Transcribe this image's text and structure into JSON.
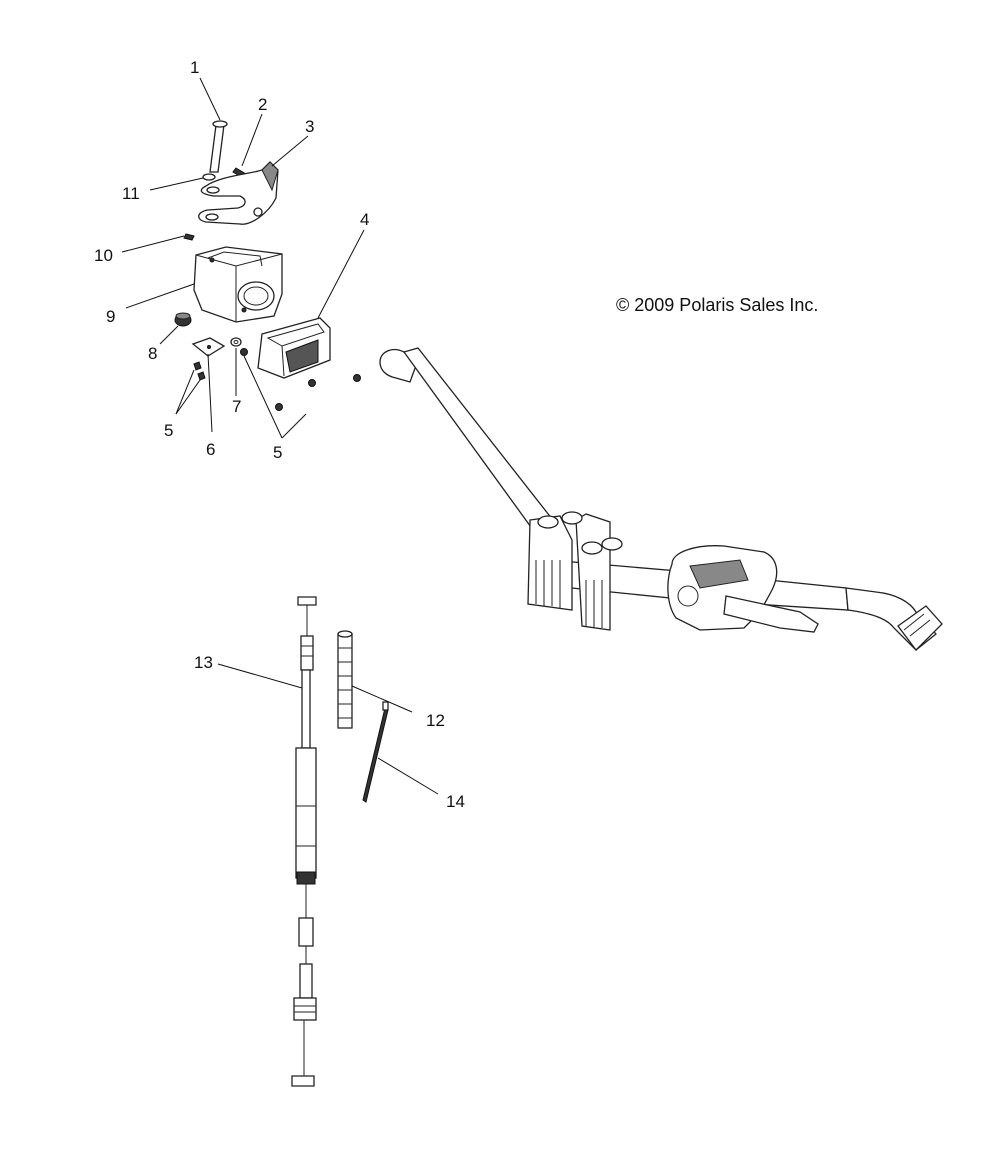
{
  "copyright": "© 2009 Polaris Sales Inc.",
  "callouts": {
    "c1": "1",
    "c2": "2",
    "c3": "3",
    "c4": "4",
    "c5a": "5",
    "c5b": "5",
    "c6": "6",
    "c7": "7",
    "c8": "8",
    "c9": "9",
    "c10": "10",
    "c11": "11",
    "c12": "12",
    "c13": "13",
    "c14": "14"
  }
}
